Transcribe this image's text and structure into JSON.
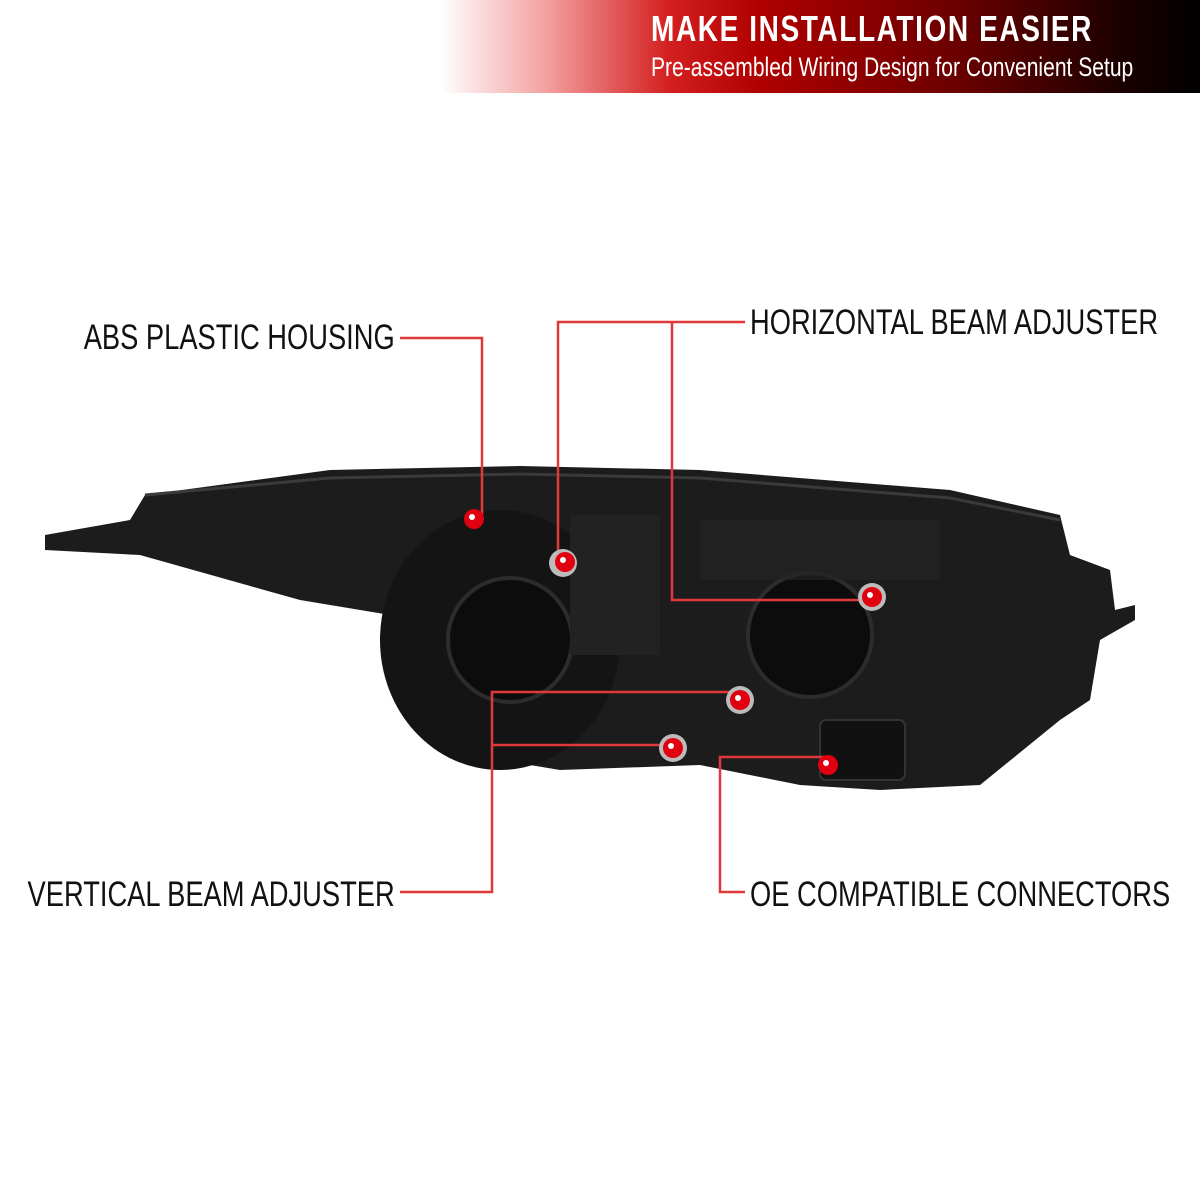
{
  "banner": {
    "title": "MAKE INSTALLATION EASIER",
    "subtitle": "Pre-assembled Wiring Design for Convenient Setup"
  },
  "callouts": [
    {
      "label": "ABS PLASTIC HOUSING"
    },
    {
      "label": "HORIZONTAL BEAM ADJUSTER"
    },
    {
      "label": "VERTICAL BEAM ADJUSTER"
    },
    {
      "label": "OE COMPATIBLE CONNECTORS"
    }
  ],
  "colors": {
    "accent": "#e0383b",
    "dot": "#e00010",
    "housing": "#1a1a1a"
  }
}
